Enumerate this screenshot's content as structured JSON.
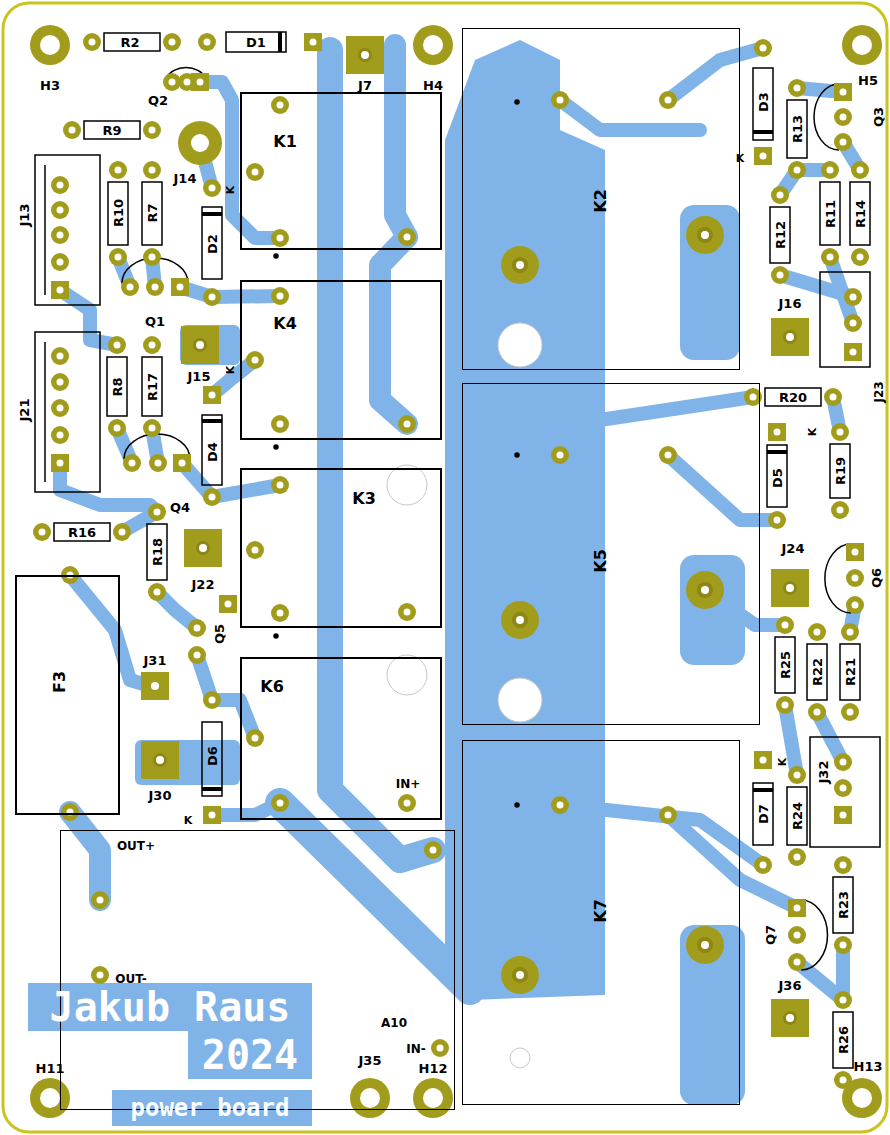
{
  "diagram": {
    "nodes": [
      {
        "text": [
          "K1"
        ]
      },
      {
        "text": [
          "K4"
        ]
      },
      {
        "text": [
          "K3"
        ]
      },
      {
        "text": [
          "K6"
        ]
      },
      {
        "text": [
          "K2"
        ]
      },
      {
        "text": [
          "K5"
        ]
      },
      {
        "text": [
          "K7"
        ]
      },
      {
        "text": [
          "F3"
        ]
      },
      {
        "text": [
          "OUT+",
          "OUT-",
          "A10",
          "IN-"
        ]
      }
    ],
    "labels": [
      "H3",
      "R2",
      "D1",
      "J7",
      "H4",
      "Q2",
      "R9",
      "J14",
      "K",
      "J13",
      "R10",
      "R7",
      "D2",
      "Q1",
      "J15",
      "K",
      "J21",
      "R8",
      "R17",
      "D4",
      "Q4",
      "R16",
      "R18",
      "J22",
      "Q5",
      "J31",
      "J30",
      "D6",
      "K",
      "IN+",
      "H5",
      "D3",
      "R13",
      "Q3",
      "K",
      "R11",
      "R14",
      "R12",
      "J16",
      "J23",
      "R20",
      "K",
      "D5",
      "R19",
      "J24",
      "Q6",
      "R25",
      "R22",
      "R21",
      "K",
      "J32",
      "D7",
      "R24",
      "R23",
      "Q7",
      "J36",
      "R26",
      "H13",
      "H11",
      "J35",
      "H12",
      "Jakub Raus",
      "2024",
      "power board"
    ]
  }
}
